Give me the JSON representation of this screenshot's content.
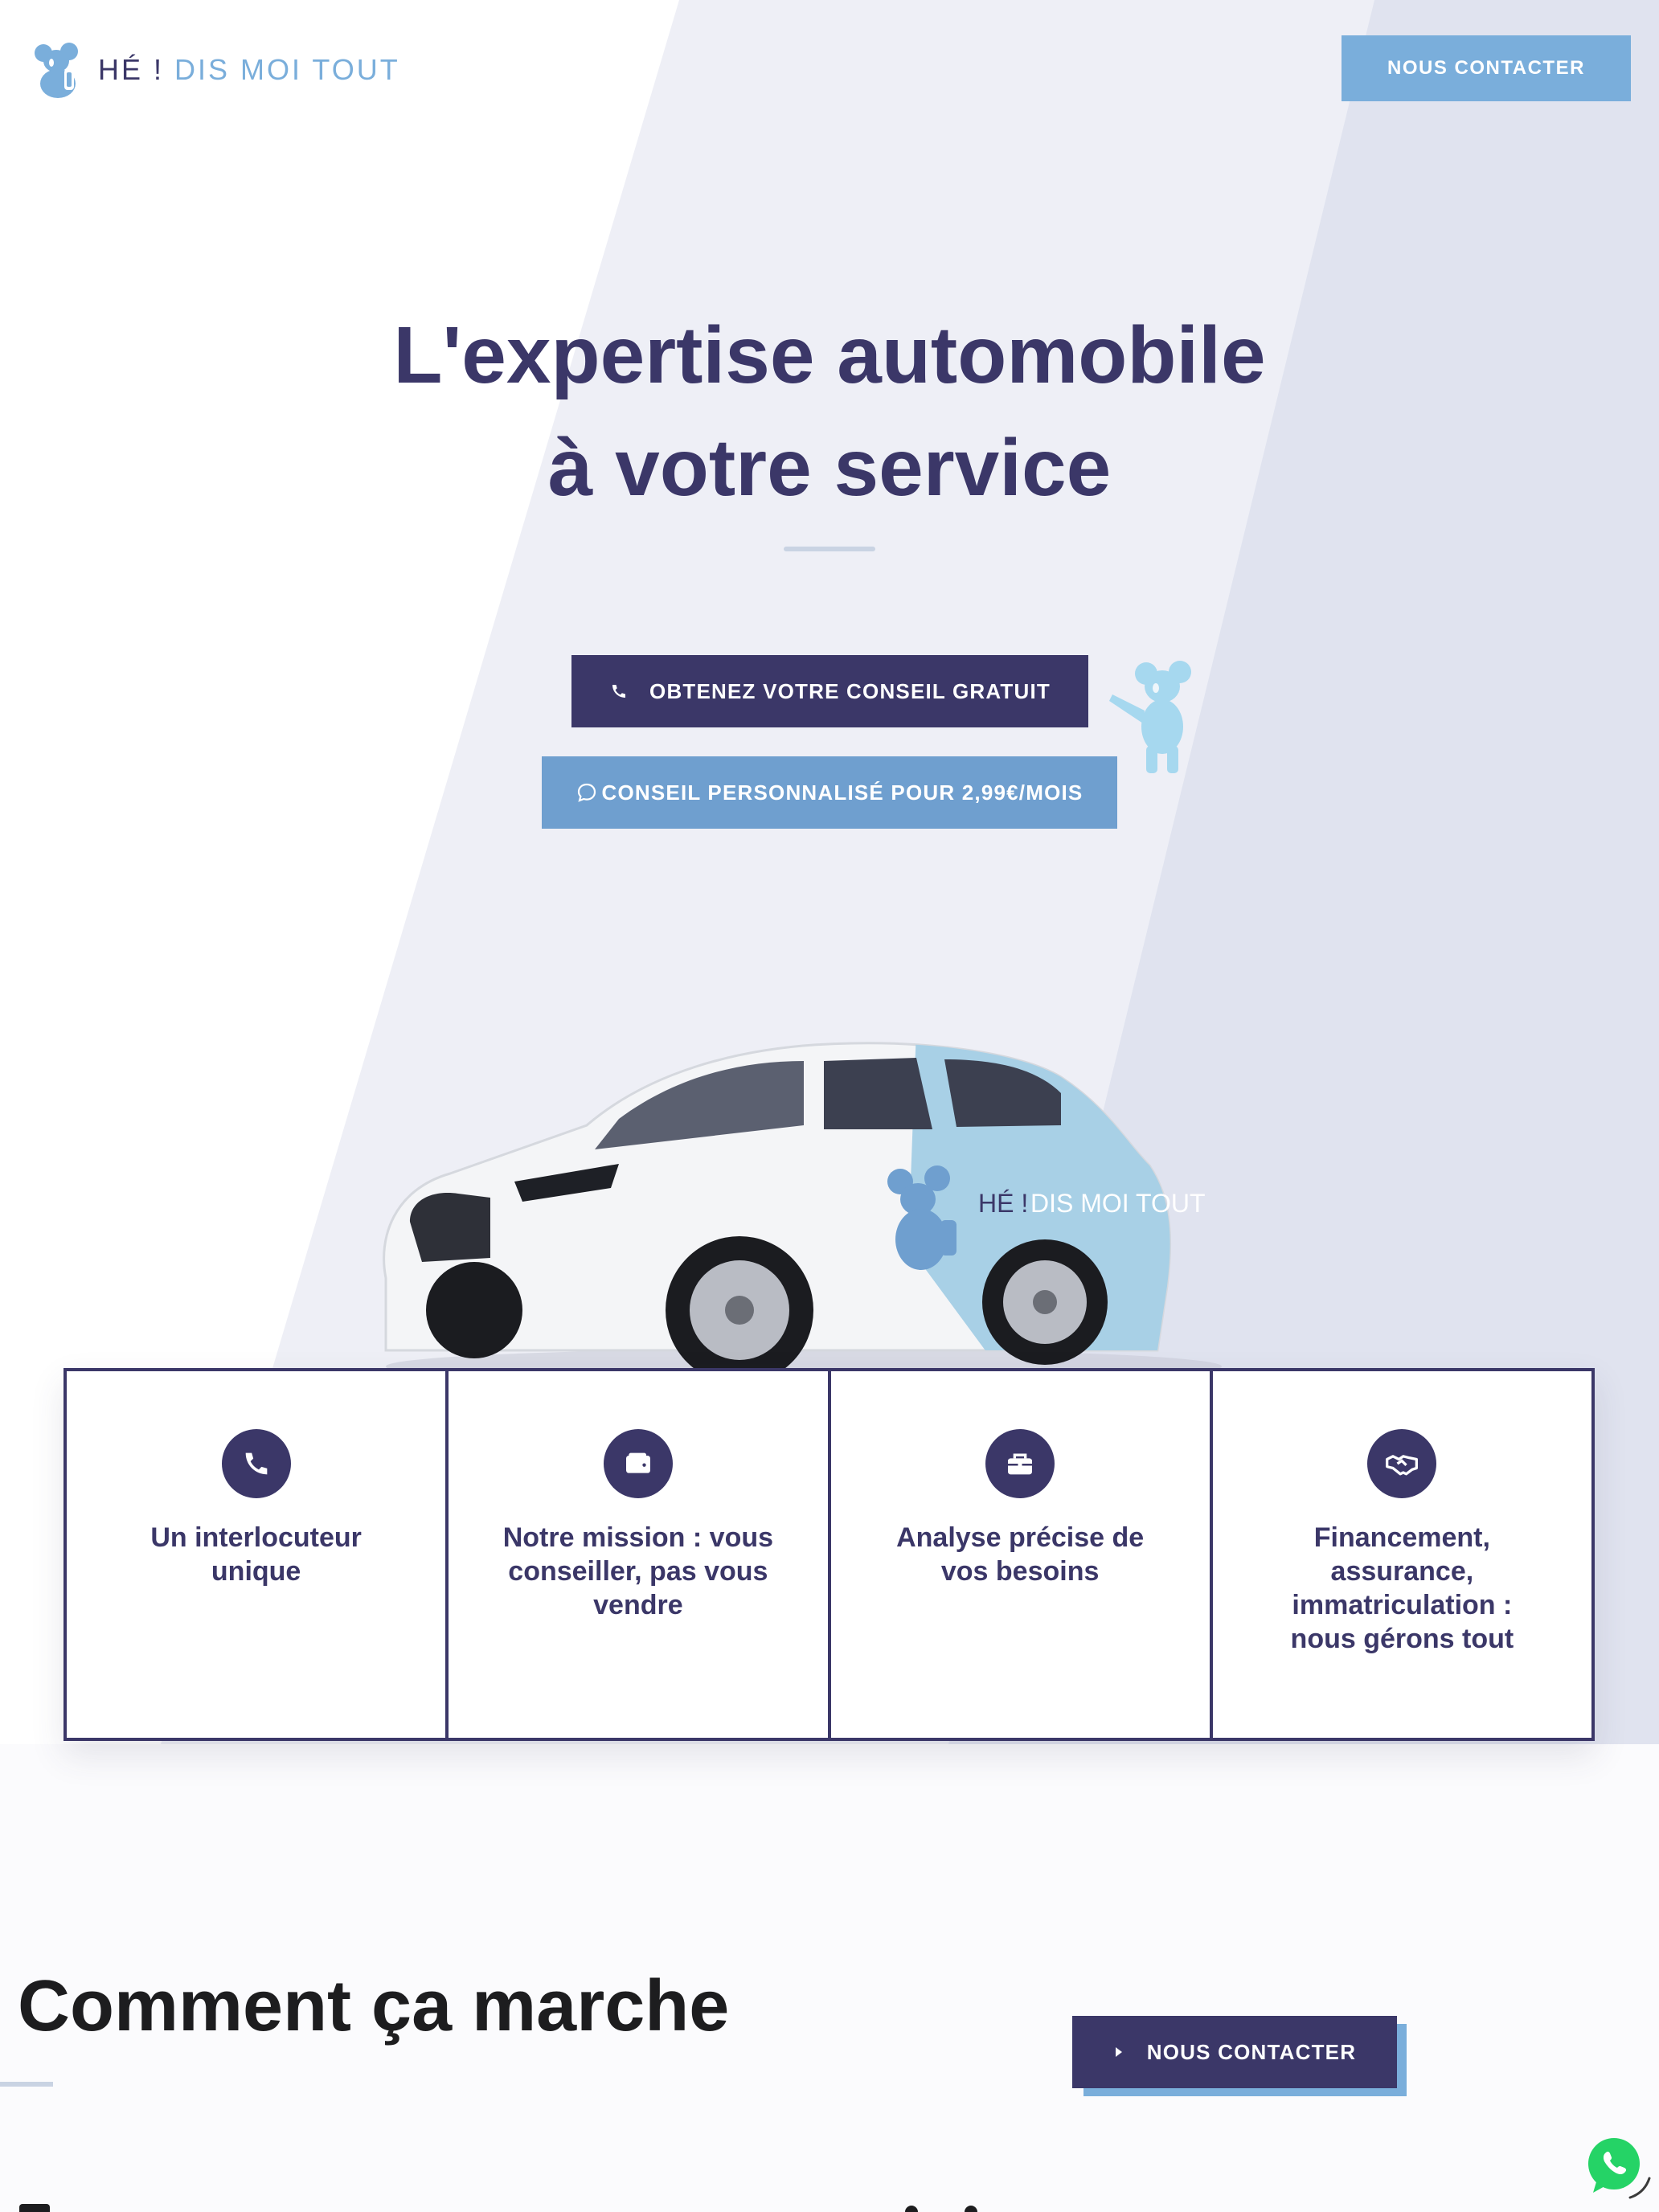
{
  "header": {
    "logo_he": "HÉ !",
    "logo_name": "DIS MOI TOUT",
    "contact_label": "NOUS CONTACTER"
  },
  "hero": {
    "title_line1": "L'expertise automobile",
    "title_line2": "à votre service",
    "cta_primary": "OBTENEZ VOTRE CONSEIL GRATUIT",
    "cta_secondary": "CONSEIL PERSONNALISÉ POUR 2,99€/MOIS",
    "car_livery_he": "HÉ !",
    "car_livery_name": "DIS MOI TOUT"
  },
  "features": [
    {
      "icon": "phone-icon",
      "text": "Un interlocuteur unique"
    },
    {
      "icon": "wallet-icon",
      "text": "Notre mission : vous conseiller, pas vous vendre"
    },
    {
      "icon": "briefcase-icon",
      "text": "Analyse précise de vos besoins"
    },
    {
      "icon": "handshake-icon",
      "text": "Financement, assurance, immatriculation : nous gérons tout"
    }
  ],
  "how_it_works": {
    "title": "Comment ça marche",
    "contact_label": "NOUS CONTACTER"
  },
  "colors": {
    "brand_dark": "#3b3768",
    "brand_light": "#7aaedb",
    "band_light": "#eeeff6",
    "band_dark": "#e0e3ef",
    "whatsapp": "#25d366"
  }
}
